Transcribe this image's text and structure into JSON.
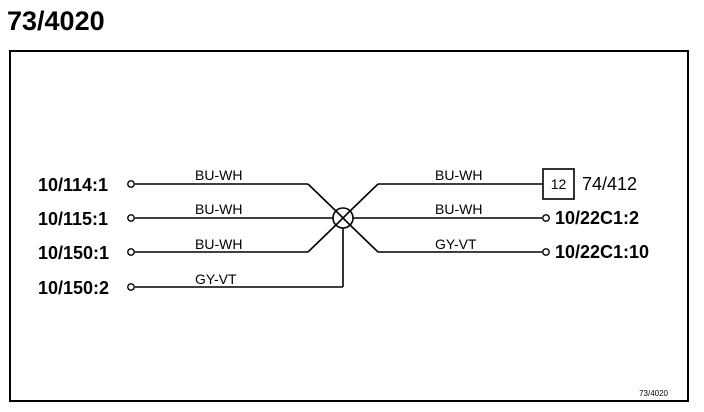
{
  "title": "73/4020",
  "figure_id": "73/4020",
  "connectors_left": [
    "10/114:1",
    "10/115:1",
    "10/150:1",
    "10/150:2"
  ],
  "wire_colors_left": [
    "BU-WH",
    "BU-WH",
    "BU-WH",
    "GY-VT"
  ],
  "wire_colors_right": [
    "BU-WH",
    "BU-WH",
    "GY-VT"
  ],
  "connectors_right": [
    "74/412",
    "10/22C1:2",
    "10/22C1:10"
  ],
  "component_box_label": "12"
}
